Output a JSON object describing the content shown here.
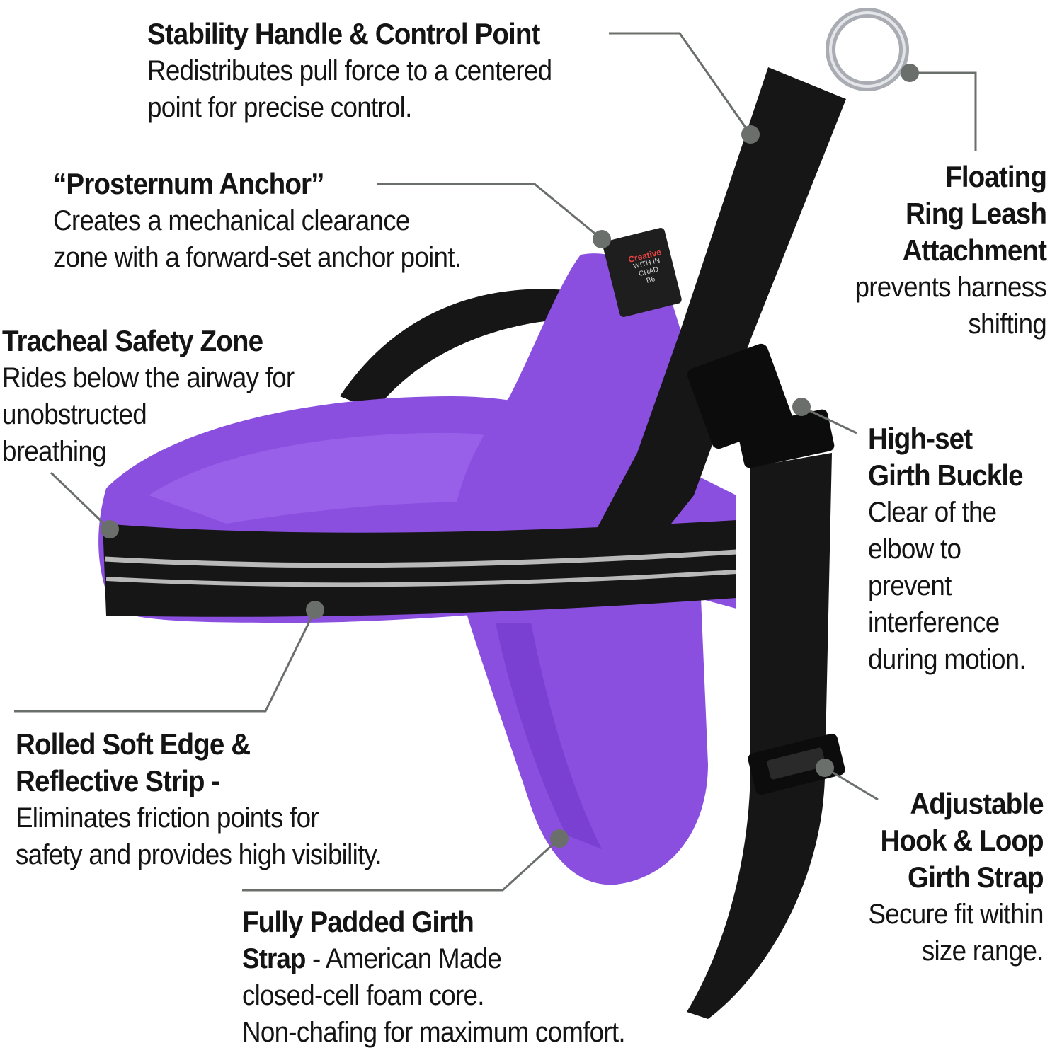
{
  "colors": {
    "purple": "#8b4fe0",
    "purple_dark": "#6a32c2",
    "strap_black": "#161616",
    "reflective": "#b9b9b9",
    "ring_silver": "#a9adb3",
    "leader": "#6b6f6b"
  },
  "tag": {
    "brand": "Creative",
    "line1": "WITH IN",
    "line2": "CRAD",
    "line3": "B6"
  },
  "callouts": {
    "stability": {
      "title": "Stability Handle & Control Point",
      "lines": [
        "Redistributes pull force to a centered",
        "point for precise control."
      ]
    },
    "prosternum": {
      "title": "“Prosternum Anchor”",
      "lines": [
        "Creates a mechanical clearance",
        "zone with a forward-set anchor point."
      ]
    },
    "tracheal": {
      "title": "Tracheal Safety Zone",
      "lines": [
        "Rides below the airway for",
        "unobstructed",
        "breathing"
      ]
    },
    "floating": {
      "title_lines": [
        "Floating",
        "Ring Leash",
        "Attachment"
      ],
      "lines": [
        "prevents harness",
        "shifting"
      ]
    },
    "buckle": {
      "title_lines": [
        "High-set",
        "Girth Buckle"
      ],
      "lines": [
        "Clear of the",
        "elbow to",
        "prevent",
        "interference",
        "during motion."
      ]
    },
    "rolled": {
      "title_lines": [
        "Rolled Soft Edge &",
        "Reflective Strip -"
      ],
      "lines": [
        "Eliminates friction points for",
        "safety and provides high visibility."
      ]
    },
    "adjustable": {
      "title_lines": [
        "Adjustable",
        "Hook & Loop",
        "Girth Strap"
      ],
      "lines": [
        "Secure fit within",
        "size range."
      ]
    },
    "padded": {
      "title_line1": "Fully Padded Girth",
      "title_line2": "Strap",
      "line2_rest": " - American Made",
      "lines": [
        "closed-cell foam core.",
        "Non-chafing for maximum comfort."
      ]
    }
  }
}
